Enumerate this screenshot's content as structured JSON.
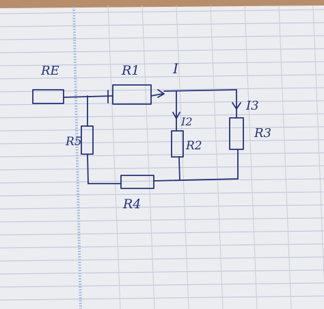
{
  "colors": {
    "paper": "#ecedf0",
    "ruled_line": "#b8c2d8",
    "grid_line": "#c8ccd6",
    "margin_line": "#a9bfe0",
    "ink": "#23307a",
    "desk": "#b88d6a"
  },
  "labels": {
    "re": "RE",
    "r1": "R1",
    "current_i": "I",
    "i2": "I2",
    "i3": "I3",
    "r2": "R2",
    "r3": "R3",
    "r5": "R5",
    "r4": "R4"
  }
}
